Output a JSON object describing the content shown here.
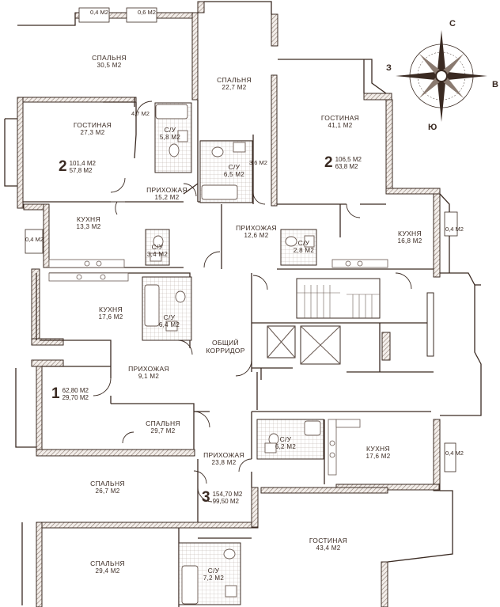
{
  "apartments": [
    {
      "number": "2",
      "total": "101,4 М2",
      "living": "57,8 М2"
    },
    {
      "number": "2",
      "total": "106,5 М2",
      "living": "63,8 М2"
    },
    {
      "number": "1",
      "total": "62,80 М2",
      "living": "29,70 М2"
    },
    {
      "number": "3",
      "total": "154,70 М2",
      "living": "99,50 М2"
    }
  ],
  "rooms": [
    {
      "name": "СПАЛЬНЯ",
      "area": "30,5 М2"
    },
    {
      "name": "СПАЛЬНЯ",
      "area": "22,7 М2"
    },
    {
      "name": "ГОСТИНАЯ",
      "area": "27,3 М2"
    },
    {
      "name": "С/У",
      "area": "5,8 М2"
    },
    {
      "name": "С/У",
      "area": "6,5 М2"
    },
    {
      "name": "ГОСТИНАЯ",
      "area": "41,1 М2"
    },
    {
      "name": "ПРИХОЖАЯ",
      "area": "15,2 М2"
    },
    {
      "name": "КУХНЯ",
      "area": "13,3 М2"
    },
    {
      "name": "ПРИХОЖАЯ",
      "area": "12,6 М2"
    },
    {
      "name": "С/У",
      "area": "3,4 М2"
    },
    {
      "name": "С/У",
      "area": "2,8 М2"
    },
    {
      "name": "КУХНЯ",
      "area": "16,8 М2"
    },
    {
      "name": "КУХНЯ",
      "area": "17,6 М2"
    },
    {
      "name": "С/У",
      "area": "6,4 М2"
    },
    {
      "name": "ОБЩИЙ",
      "area": "КОРРИДОР"
    },
    {
      "name": "ПРИХОЖАЯ",
      "area": "9,1 М2"
    },
    {
      "name": "СПАЛЬНЯ",
      "area": "29,7 М2"
    },
    {
      "name": "С/У",
      "area": "6,2 М2"
    },
    {
      "name": "КУХНЯ",
      "area": "17,6 М2"
    },
    {
      "name": "ПРИХОЖАЯ",
      "area": "23,8 М2"
    },
    {
      "name": "СПАЛЬНЯ",
      "area": "26,7 М2"
    },
    {
      "name": "ГОСТИНАЯ",
      "area": "43,4 М2"
    },
    {
      "name": "СПАЛЬНЯ",
      "area": "29,4 М2"
    },
    {
      "name": "С/У",
      "area": "7,2 М2"
    }
  ],
  "small_areas": [
    "0,4 М2",
    "0,6 М2",
    "4,7 М2",
    "3,6 М2",
    "0,4 М2",
    "0,4 М2",
    "0,4 М2"
  ],
  "compass": {
    "north": "С",
    "south": "Ю",
    "east": "В",
    "west": "З"
  },
  "colors": {
    "wall": "#3a2a22",
    "hatch": "#8a7a70",
    "fixture": "#6a5a52"
  }
}
